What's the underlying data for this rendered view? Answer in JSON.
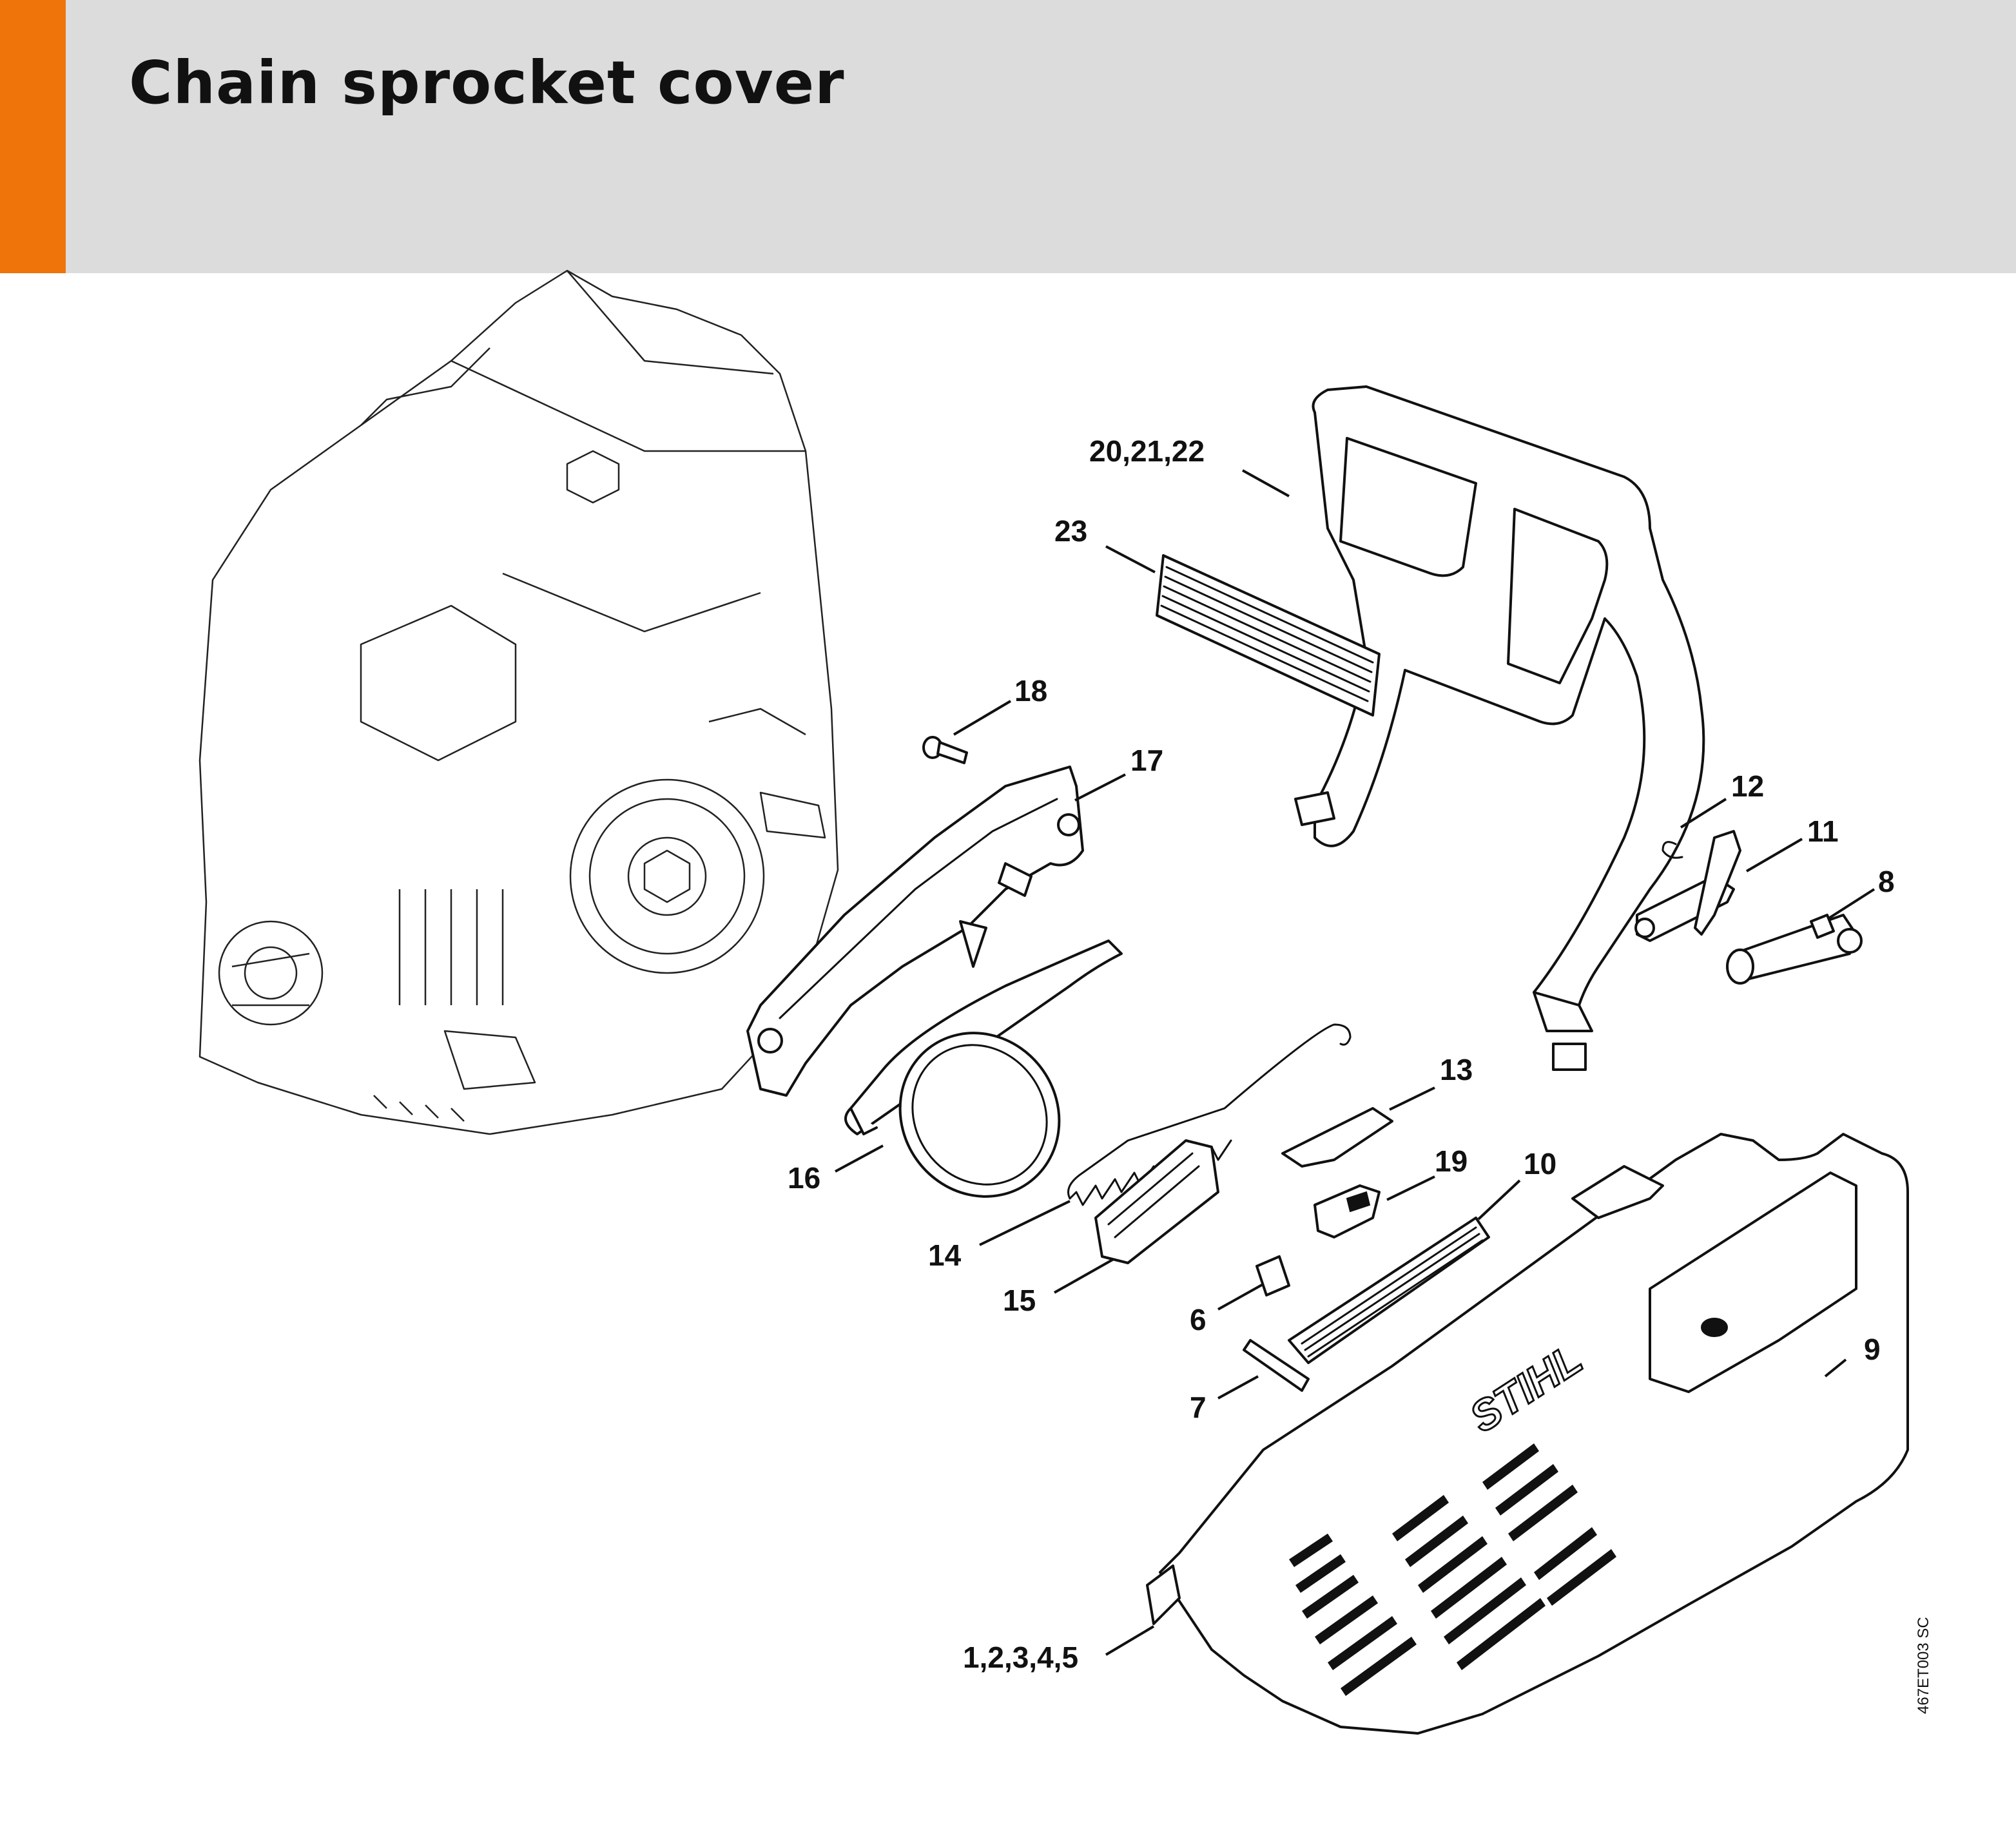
{
  "header": {
    "title": "Chain sprocket cover",
    "accent_color": "#ef7409",
    "background_color": "#dcdcdc"
  },
  "diagram": {
    "callouts": {
      "p20_21_22": "20,21,22",
      "p23": "23",
      "p18": "18",
      "p17": "17",
      "p12": "12",
      "p11": "11",
      "p8": "8",
      "p13": "13",
      "p19": "19",
      "p10": "10",
      "p16": "16",
      "p14": "14",
      "p15": "15",
      "p6": "6",
      "p7": "7",
      "p9": "9",
      "p1_2_3_4_5": "1,2,3,4,5"
    },
    "logo_text": "STIHL",
    "drawing_id": "467ET003 SC"
  }
}
